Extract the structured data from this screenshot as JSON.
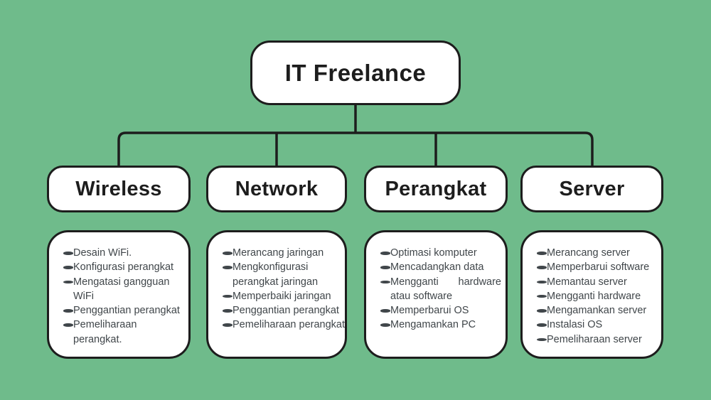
{
  "colors": {
    "background": "#6fbb8b",
    "box_fill": "#ffffff",
    "line": "#1d1d1d",
    "title_text": "#1d1d1d",
    "body_text": "#40464a"
  },
  "root": {
    "label": "IT Freelance"
  },
  "branches": [
    {
      "label": "Wireless",
      "items": [
        "Desain WiFi.",
        "Konfigurasi perangkat",
        "Mengatasi gangguan\nWiFi",
        "Penggantian perangkat",
        "Pemeliharaan\nperangkat."
      ]
    },
    {
      "label": "Network",
      "items": [
        "Merancang jaringan",
        "Mengkonfigurasi\nperangkat jaringan",
        "Memperbaiki jaringan",
        "Penggantian perangkat",
        "Pemeliharaan perangkat"
      ]
    },
    {
      "label": "Perangkat",
      "items": [
        "Optimasi komputer",
        "Mencadangkan data",
        "Mengganti\thardware\natau software",
        "Memperbarui OS",
        "Mengamankan PC"
      ]
    },
    {
      "label": "Server",
      "items": [
        "Merancang server",
        "Memperbarui software",
        "Memantau server",
        "Mengganti hardware",
        "Mengamankan server",
        "Instalasi OS",
        "Pemeliharaan server"
      ]
    }
  ]
}
